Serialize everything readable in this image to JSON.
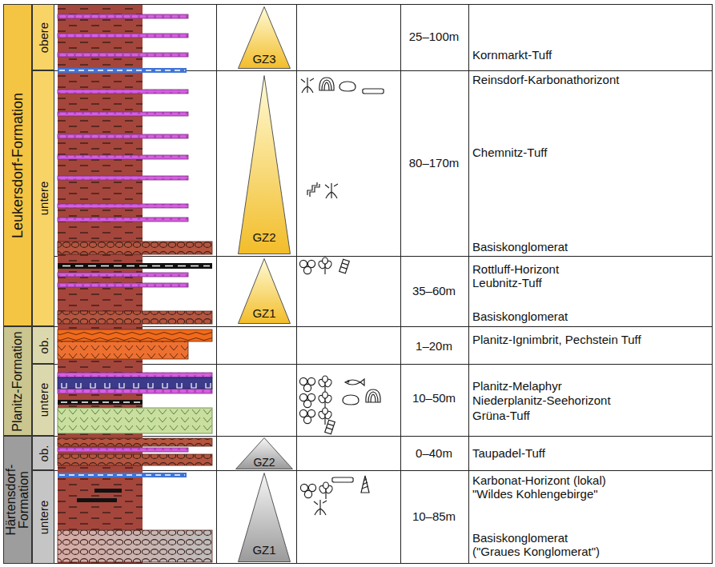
{
  "diagram": {
    "nodes": [
      {
        "text": [
          "Leukersdorf-Formation"
        ]
      },
      {
        "text": [
          "obere"
        ]
      },
      {
        "text": [
          "untere"
        ]
      },
      {
        "text": [
          "GZ3"
        ]
      },
      {
        "text": [
          "GZ2"
        ]
      },
      {
        "text": [
          "GZ1"
        ]
      },
      {
        "text": [
          "Planitz-Formation"
        ]
      },
      {
        "text": [
          "ob."
        ]
      },
      {
        "text": [
          "untere"
        ]
      },
      {
        "text": [
          "Härtensdorf-Formation"
        ]
      },
      {
        "text": [
          "ob."
        ]
      },
      {
        "text": [
          "untere"
        ]
      },
      {
        "text": [
          "GZ2"
        ]
      },
      {
        "text": [
          "GZ1"
        ]
      }
    ],
    "labels": [
      "25–100m",
      "Kornmarkt-Tuff",
      "Reinsdorf-Karbonathorizont",
      "Chemnitz-Tuff",
      "80–170m",
      "Basiskonglomerat",
      "Rottluff-Horizont",
      "Leubnitz-Tuff",
      "35–60m",
      "Basiskonglomerat",
      "Planitz-Ignimbrit, Pechstein Tuff",
      "1–20m",
      "Planitz-Melaphyr",
      "10–50m",
      "Niederplanitz-Seehorizont",
      "Grüna-Tuff",
      "Taupadel-Tuff",
      "0–40m",
      "Karbonat-Horizont (lokal)",
      "\"Wildes Kohlengebirge\"",
      "10–85m",
      "Basiskonglomerat",
      "(\"Graues Konglomerat\")"
    ]
  }
}
